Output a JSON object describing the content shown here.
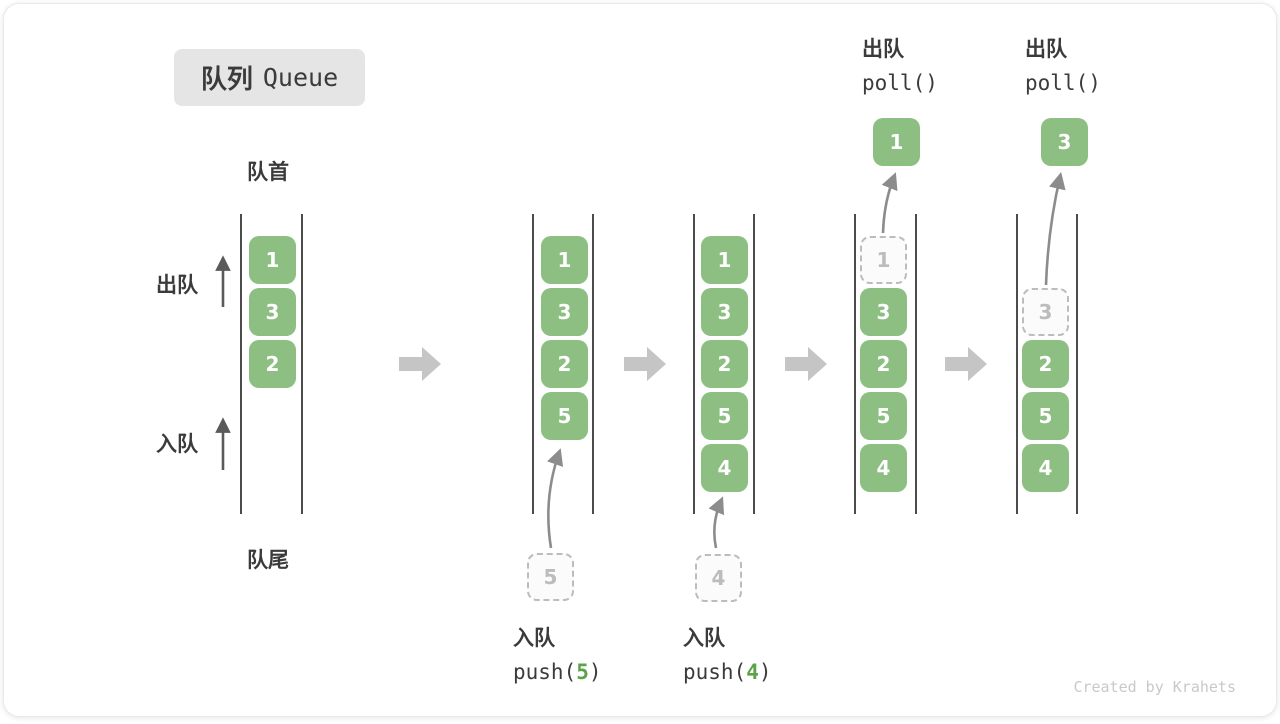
{
  "badge": {
    "zh": "队列",
    "en": "Queue"
  },
  "labels": {
    "front": "队首",
    "rear": "队尾",
    "dequeue": "出队",
    "enqueue": "入队"
  },
  "columns": [
    {
      "slots": [
        {
          "value": "1"
        },
        {
          "value": "3"
        },
        {
          "value": "2"
        }
      ]
    },
    {
      "slots": [
        {
          "value": "1"
        },
        {
          "value": "3"
        },
        {
          "value": "2"
        },
        {
          "value": "5"
        }
      ],
      "floating": {
        "value": "5"
      },
      "op": {
        "zh": "入队",
        "code_pre": "push(",
        "num": "5",
        "code_post": ")"
      }
    },
    {
      "slots": [
        {
          "value": "1"
        },
        {
          "value": "3"
        },
        {
          "value": "2"
        },
        {
          "value": "5"
        },
        {
          "value": "4"
        }
      ],
      "floating": {
        "value": "4"
      },
      "op": {
        "zh": "入队",
        "code_pre": "push(",
        "num": "4",
        "code_post": ")"
      }
    },
    {
      "slots": [
        {
          "value": "1",
          "dashed": true
        },
        {
          "value": "3"
        },
        {
          "value": "2"
        },
        {
          "value": "5"
        },
        {
          "value": "4"
        }
      ],
      "floating": {
        "value": "1"
      },
      "op": {
        "zh": "出队",
        "code": "poll()"
      }
    },
    {
      "slots": [
        {
          "value": "3",
          "dashed": true
        },
        {
          "value": "2"
        },
        {
          "value": "5"
        },
        {
          "value": "4"
        }
      ],
      "floating": {
        "value": "3"
      },
      "op": {
        "zh": "出队",
        "code": "poll()"
      }
    }
  ],
  "icons": {
    "stage_arrow": "right-block-arrow",
    "flow_arrow": "curved-arrow",
    "direction_arrow": "up-arrow"
  },
  "colors": {
    "green": "#8dbe82",
    "code-green": "#5aa348",
    "wall": "#4c4c4c",
    "dashed": "#bcbcbc",
    "block-arrow": "#c5c5c5",
    "curve-arrow": "#8c8c8c",
    "text": "#3b3b3b"
  },
  "watermark": "Created by Krahets"
}
